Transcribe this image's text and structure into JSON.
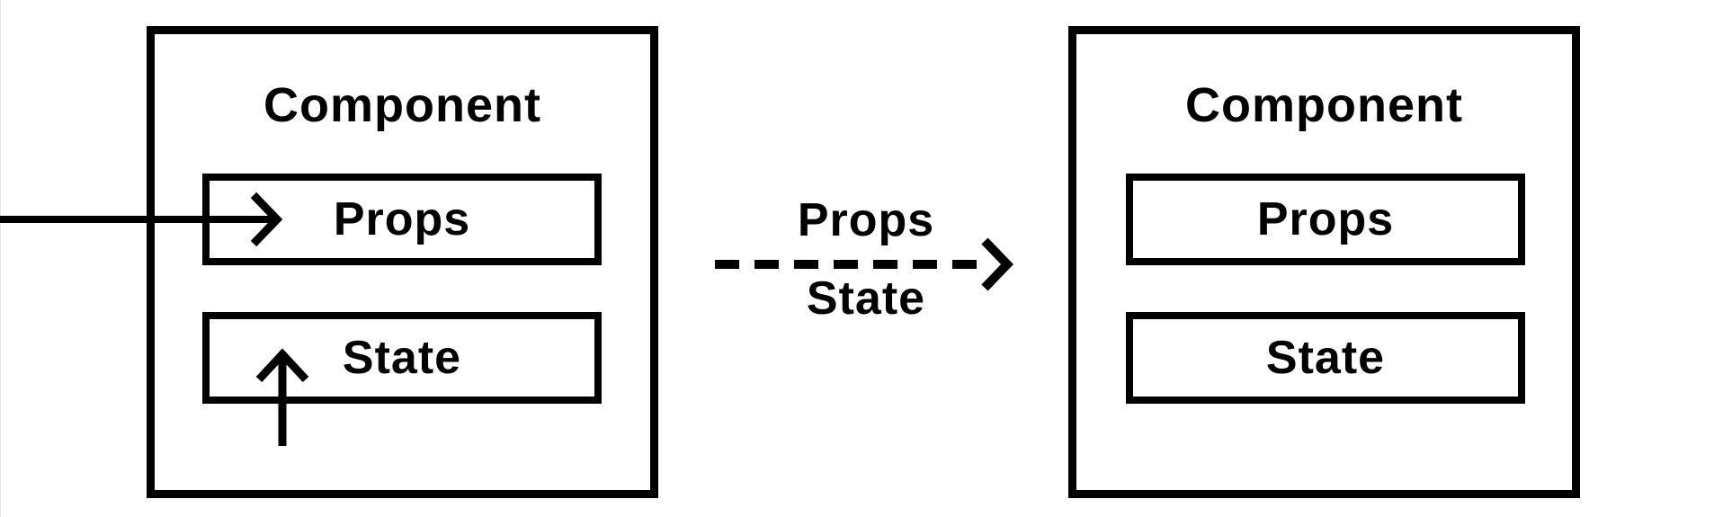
{
  "diagram": {
    "left_component": {
      "title": "Component",
      "props_label": "Props",
      "state_label": "State"
    },
    "transfer": {
      "label_top": "Props",
      "label_bottom": "State"
    },
    "right_component": {
      "title": "Component",
      "props_label": "Props",
      "state_label": "State"
    }
  }
}
